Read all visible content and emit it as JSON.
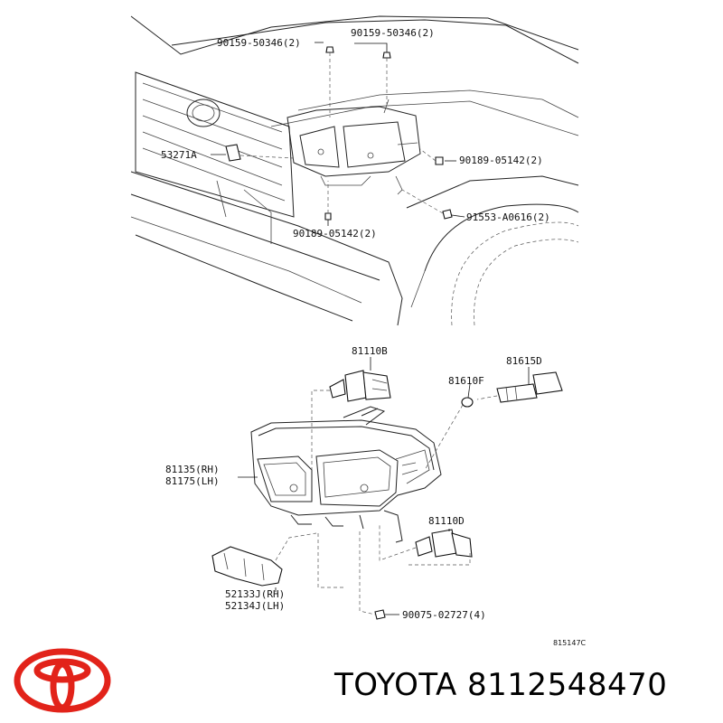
{
  "colors": {
    "logo_red": "#e2231a",
    "ink": "#111111"
  },
  "upper_view": {
    "labels": {
      "bolt_a": "90159-50346(2)",
      "bolt_b": "90159-50346(2)",
      "retainer": "53271A",
      "screw_right": "90189-05142(2)",
      "screw_bottom": "90189-05142(2)",
      "nut": "91553-A0616(2)"
    }
  },
  "lower_view": {
    "labels": {
      "bulb_high": "81110B",
      "bulb_side": "81610F",
      "socket": "81615D",
      "unit": [
        "81135(RH)",
        "81175(LH)"
      ],
      "bulb_low": "81110D",
      "bracket": [
        "52133J(RH)",
        "52134J(LH)"
      ],
      "screw": "90075-02727(4)"
    }
  },
  "figure_code": "815147C",
  "brand": {
    "text": "TOYOTA 8112548470",
    "logo": "toyota-logo"
  }
}
